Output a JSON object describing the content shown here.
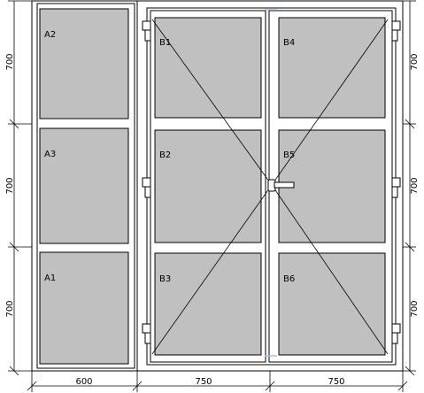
{
  "panels": [
    {
      "id": "a2",
      "label": "A2"
    },
    {
      "id": "a3",
      "label": "A3"
    },
    {
      "id": "a1",
      "label": "A1"
    },
    {
      "id": "b1",
      "label": "B1"
    },
    {
      "id": "b2",
      "label": "B2"
    },
    {
      "id": "b3",
      "label": "B3"
    },
    {
      "id": "b4",
      "label": "B4"
    },
    {
      "id": "b5",
      "label": "B5"
    },
    {
      "id": "b6",
      "label": "B6"
    }
  ],
  "dimensions": {
    "left": [
      "700",
      "700",
      "700"
    ],
    "right": [
      "700",
      "700",
      "700"
    ],
    "bottom": [
      "600",
      "750",
      "750"
    ]
  },
  "colors": {
    "glass": "#c0c0c0",
    "frame": "#ffffff",
    "line": "#000000",
    "accent": "#9fc6e6"
  }
}
